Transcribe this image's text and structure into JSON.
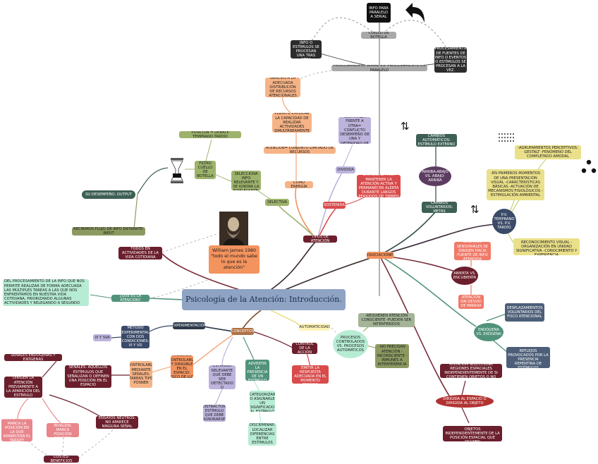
{
  "nodes": {
    "info_para_paralelo": "INFO PARA PARALELO A SERIAL",
    "cuello_botella": "CUELLO DE BOTELLA",
    "fuentes_info": "FUENTES DE INFO O ESTÍMULOS SE PROCESAN UNA TRAS OTRA",
    "procesamiento_fuentes": "PROCESAMIENTO DE FUENTES DE INFO O EVENTOS O ESTÍMULOS SE PROCESAN A LA VEZ.",
    "serial_vs_paralelo": "PROCESAMIENTO SERIAL VS. PROCESAMIENTO EN PARALELO",
    "gracias_adecuada": "GRACIAS A LA ADECUADA DISTRIBUCIÓN DE RECURSOS ATENCIONALES",
    "permite_explicar": "PERMITE EXPLICAR LA CAPACIDAD DE REALIZAR ACTIVIDADES SIMULTÁNEAMENTE",
    "conjunto_limitado": "ATENCIÓN= CONJUNTO LIMITADO DE RECURSOS",
    "como_energia": "COMO ENERGÍA",
    "posicion_debate": "POSICIÓN = DEBATE TEMPRANO-TARDÍO",
    "filtro": "FILTRO CUELLO DE BOTELLA",
    "selecciona_relevante": "SE SELECCIONA INFO RELEVANTE Y SE IGNORA LA IRRELEVANTE.",
    "selectiva": "SELECTIVA",
    "prioriza_tarea": "SE PRIORIZA UNA TAREA FRENTE A OTRA= CONFLICTO DESEMPEÑO DE UNA Y DETERIORO DE OTRA",
    "dividida": "DIVIDIDA",
    "capacidad_mantener": "CAPACIDAD PARA MANTENER LA ATENCIÓN ACTIVA Y PERMANECER ALERTA DURANTE LARGOS PERIODOS DE TIEMPO",
    "sostenida": "SOSTENIDA",
    "tipos_atencion": "TIPOS DE ATENCIÓN",
    "su_desempeno": "SU DESEMPEÑO: OUTPUT",
    "recibimos_flujo": "RECIBIMOS FLUJO DE INFO ENTRANTE: INPUT",
    "todos_actividades": "TODOS EN ACTIVIDADES DE LA VIDA COTIDIANA",
    "quote": "William James 1980 \"todo el mundo sabe lo que es la atención\"",
    "mecanismo_control": "ES UN MECANISMO DE CONTROL EJECUTIVO DEL PROCESAMIENTO DE LA INFO QUE NOS PERMITE REALIZAR DE FORMA ADECUADA LAS MÚLTIPLES TAREAS A LAS QUE NOS ENFRENTAMOS EN NUESTRA VIDA COTIDIANA, PRIORIZANDO ALGUNAS ACTIVIDADES Y RELEGANDO A SEGUNDO PLANO A OTRAS",
    "que_es": "¿QUÉ ES LA ATENCIÓN?",
    "central": "Psicología de la Atención: Introducción.",
    "disociaciones": "DISOCIACIONES",
    "cambios_automaticos": "CAMBIOS AUTOMÁTICOS: ESTÍMULO EXTERNO",
    "arriba_abajo": "ARRIBA-ABAJO VS. ABAJO-ARRIBA",
    "cambios_voluntarios": "CAMBIOS VOLUNTARIOS: METAS",
    "agrupamientos": "-AGRUPAMIENTOS PERCEPTIVOS: GESTALT -FENÓMENO DEL COMPLETADO AMODAL",
    "primeros_momentos": "-EN PRIMEROS MOMENTOS DE UNA PRESENTACIÓN VISUAL -CARACTERÍSTICAS BÁSICAS -ACTUACIÓN DE MECANISMOS FISIOLÓGICOS -ESTIMULACIÓN AMBIENTAL",
    "temprano_tardio": "P.V. TEMPRANO VS. P.V. TARDÍO",
    "organizacion_reconocimiento": "-ORGANIZACIÓN Y RECONOCIMIENTO VISUAL -ORGANIZACIÓN EN UNIDAD SIGNIFICATIVA -CONOCIMIENTO Y EXPERIENCIA",
    "organos_sensoriales": "ÓRGANOS SENSORIALES SE DIRIGEN HACIA FUENTE DE INFO ATENDIDA",
    "abierta_encubierta": "ABIERTA VS. ENCUBIERTA",
    "atencion_sin_mirada": "ATENCIÓN SIN DESVÍO DE MIRADA",
    "desplazamientos": "DESPLAZAMIENTOS VOLUNTARIOS DEL FOCO ATENCIONAL",
    "endogena_exogena": "ENDÓGENA VS. EXÓGENA",
    "cambios_atencionales": "CAMBIOS ATENCIONALES REFLEJOS PROVOCADOS POR LA PRESENCIA REPENTINA DE ESTÍMULOS EXTERNOS",
    "selecciona_regiones": "ATENCIÓN SELECCIONA REGIONES ESPACIALES INDEPENDIENTEMENTE DE SI CONTIENEN OBJETOS O NO",
    "dirigida_espacio": "DIRIGIDA AL ESPACIO O DIRIGIDA AL OBJETO",
    "selecciona_objetos": "ATENCIÓN SELECCIONA OBJETOS INDEPENDIENTEMENTE DE LA POSICIÓN ESPACIAL QUE OCUPEN",
    "requieren_atencion": "-REQUIEREN ATENCIÓN CONSCIENTE -PUEDEN SER INTERFERIDOS",
    "procesos_controlados": "PROCESOS CONTROLADOS VS. PROCESOS AUTOMÁTICOS",
    "no_precisan": "-NO PRECISAN ATENCIÓN -INCONSCIENTE -INMUNES A INTERFERENCIA",
    "automaticidad": "AUTOMATICIDAD",
    "metodo_experimental": "MÉTODO EXPERIMENTAL CON DOS CONDICIONES: VI Y VD",
    "vi_vda": "VI Y SVA",
    "experimentacion": "EXPERIMENTACIÓN",
    "conceptos": "CONCEPTOS",
    "control_accion": "CONTROL DE LA ACCIÓN",
    "seleccionar_emitir": "SELECCIONAR Y EMITIR LA RESPUESTA ADECUADA EN EL MOMENTO PRECISO",
    "atencion_controlable": "ATENCIÓN CONTROLABLE Y DIRIGIBLE EN EL ESPACIO: FOCO DE LUZ",
    "controlable_senales": "CONTROLABLE MEDIANTE SEÑALES: TAREAS TIPO POSNER",
    "target": "TARGET: ESTÍMULO RELEVANTE QUE DEBE SER DETECTADO O IDENTIFICADO",
    "distractor": "DISTRACTOR: ESTÍMULO QUE DEBE IGNORARSE",
    "deteccion": "DETECCIÓN: ADVERTIR LA PRESENCIA DE UN ESTÍMULO",
    "identificar": "IDENTIFICAR: CATEGORIZAR O ASIGNARLE UN SIGNIFICADO AL ESTÍMULO",
    "discriminar": "DISCRIMINAR: LOCALIZAR DIFERENCIAS ENTRE ESTÍMULOS",
    "senales_endogenas": "SEÑALES ENDÓGENAS Y EXÓGENAS",
    "dirigen_atencion": "DIRIGEN LA ATENCIÓN PREVIAMENTE A LA APARICIÓN DEL ESTÍMULO",
    "senales_aquellos": "SEÑALES: AQUELLOS ESTÍMULOS QUE SEÑALIZAN O DEFINEN UNA POSICIÓN EN EL ESPACIO",
    "senal_valida": "SEÑAL VÁLIDA: MARCA LA POSICIÓN EN LA QUE APARECERÁ EL TARGET",
    "senal_invalida": "SEÑAL INVÁLIDA: MARCA POSICIÓN OPUESTA",
    "ensayos_neutros": "ENSAYOS NEUTROS: NO APARECE NINGUNA SEÑAL",
    "costes_beneficios": "COSTES-BENEFICIOS"
  },
  "colors": {
    "central": "#8fa3c4",
    "links": "#3b2b2b"
  },
  "icons": {
    "back": "back-arrow-icon",
    "updown_a": "up-down-arrows-icon",
    "updown_b": "up-down-arrow-icon",
    "dots": "dot-grid-icon",
    "triangle": "three-circles-triangle-icon",
    "bottleneck": "bottleneck-filter-icon",
    "portrait": "william-james-portrait"
  }
}
